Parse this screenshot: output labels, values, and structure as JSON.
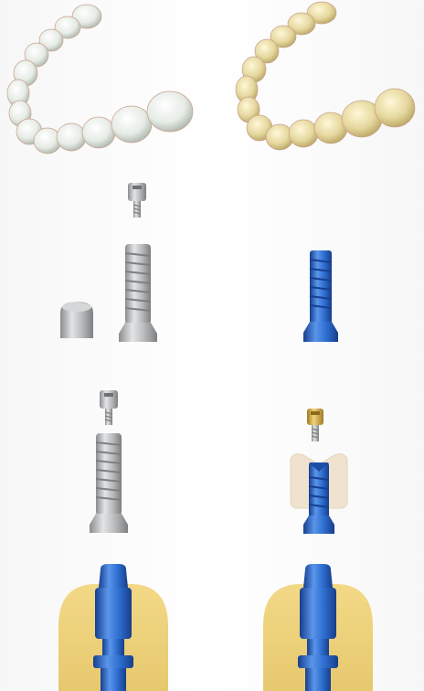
{
  "illustration": {
    "left_column": {
      "arch": {
        "kind": "dental-arch",
        "tone": "white-porcelain",
        "color": "#e6ece6"
      },
      "components": [
        {
          "kind": "abutment-screw",
          "material": "titanium"
        },
        {
          "kind": "temporary-abutment",
          "material": "titanium"
        },
        {
          "kind": "healing-cap",
          "material": "titanium"
        },
        {
          "kind": "abutment-screw",
          "material": "titanium"
        },
        {
          "kind": "temporary-abutment",
          "material": "titanium"
        },
        {
          "kind": "implant-analog",
          "material": "anodized-blue"
        }
      ]
    },
    "right_column": {
      "arch": {
        "kind": "dental-arch",
        "tone": "gold-porcelain",
        "color": "#e5d79d"
      },
      "components": [
        {
          "kind": "temporary-abutment",
          "material": "anodized-blue"
        },
        {
          "kind": "abutment-screw",
          "material": "gold"
        },
        {
          "kind": "temporary-abutment-with-crown",
          "material": "anodized-blue"
        },
        {
          "kind": "implant-analog",
          "material": "anodized-blue"
        }
      ]
    },
    "colors": {
      "titanium": "#b9bbbd",
      "titanium_dark": "#8a8c8e",
      "blue": "#2f6fd1",
      "blue_dark": "#1b4fa6",
      "gold": "#d9b04c",
      "model_stone": "#efd27f",
      "crown_shell": "#efe3cf"
    }
  }
}
